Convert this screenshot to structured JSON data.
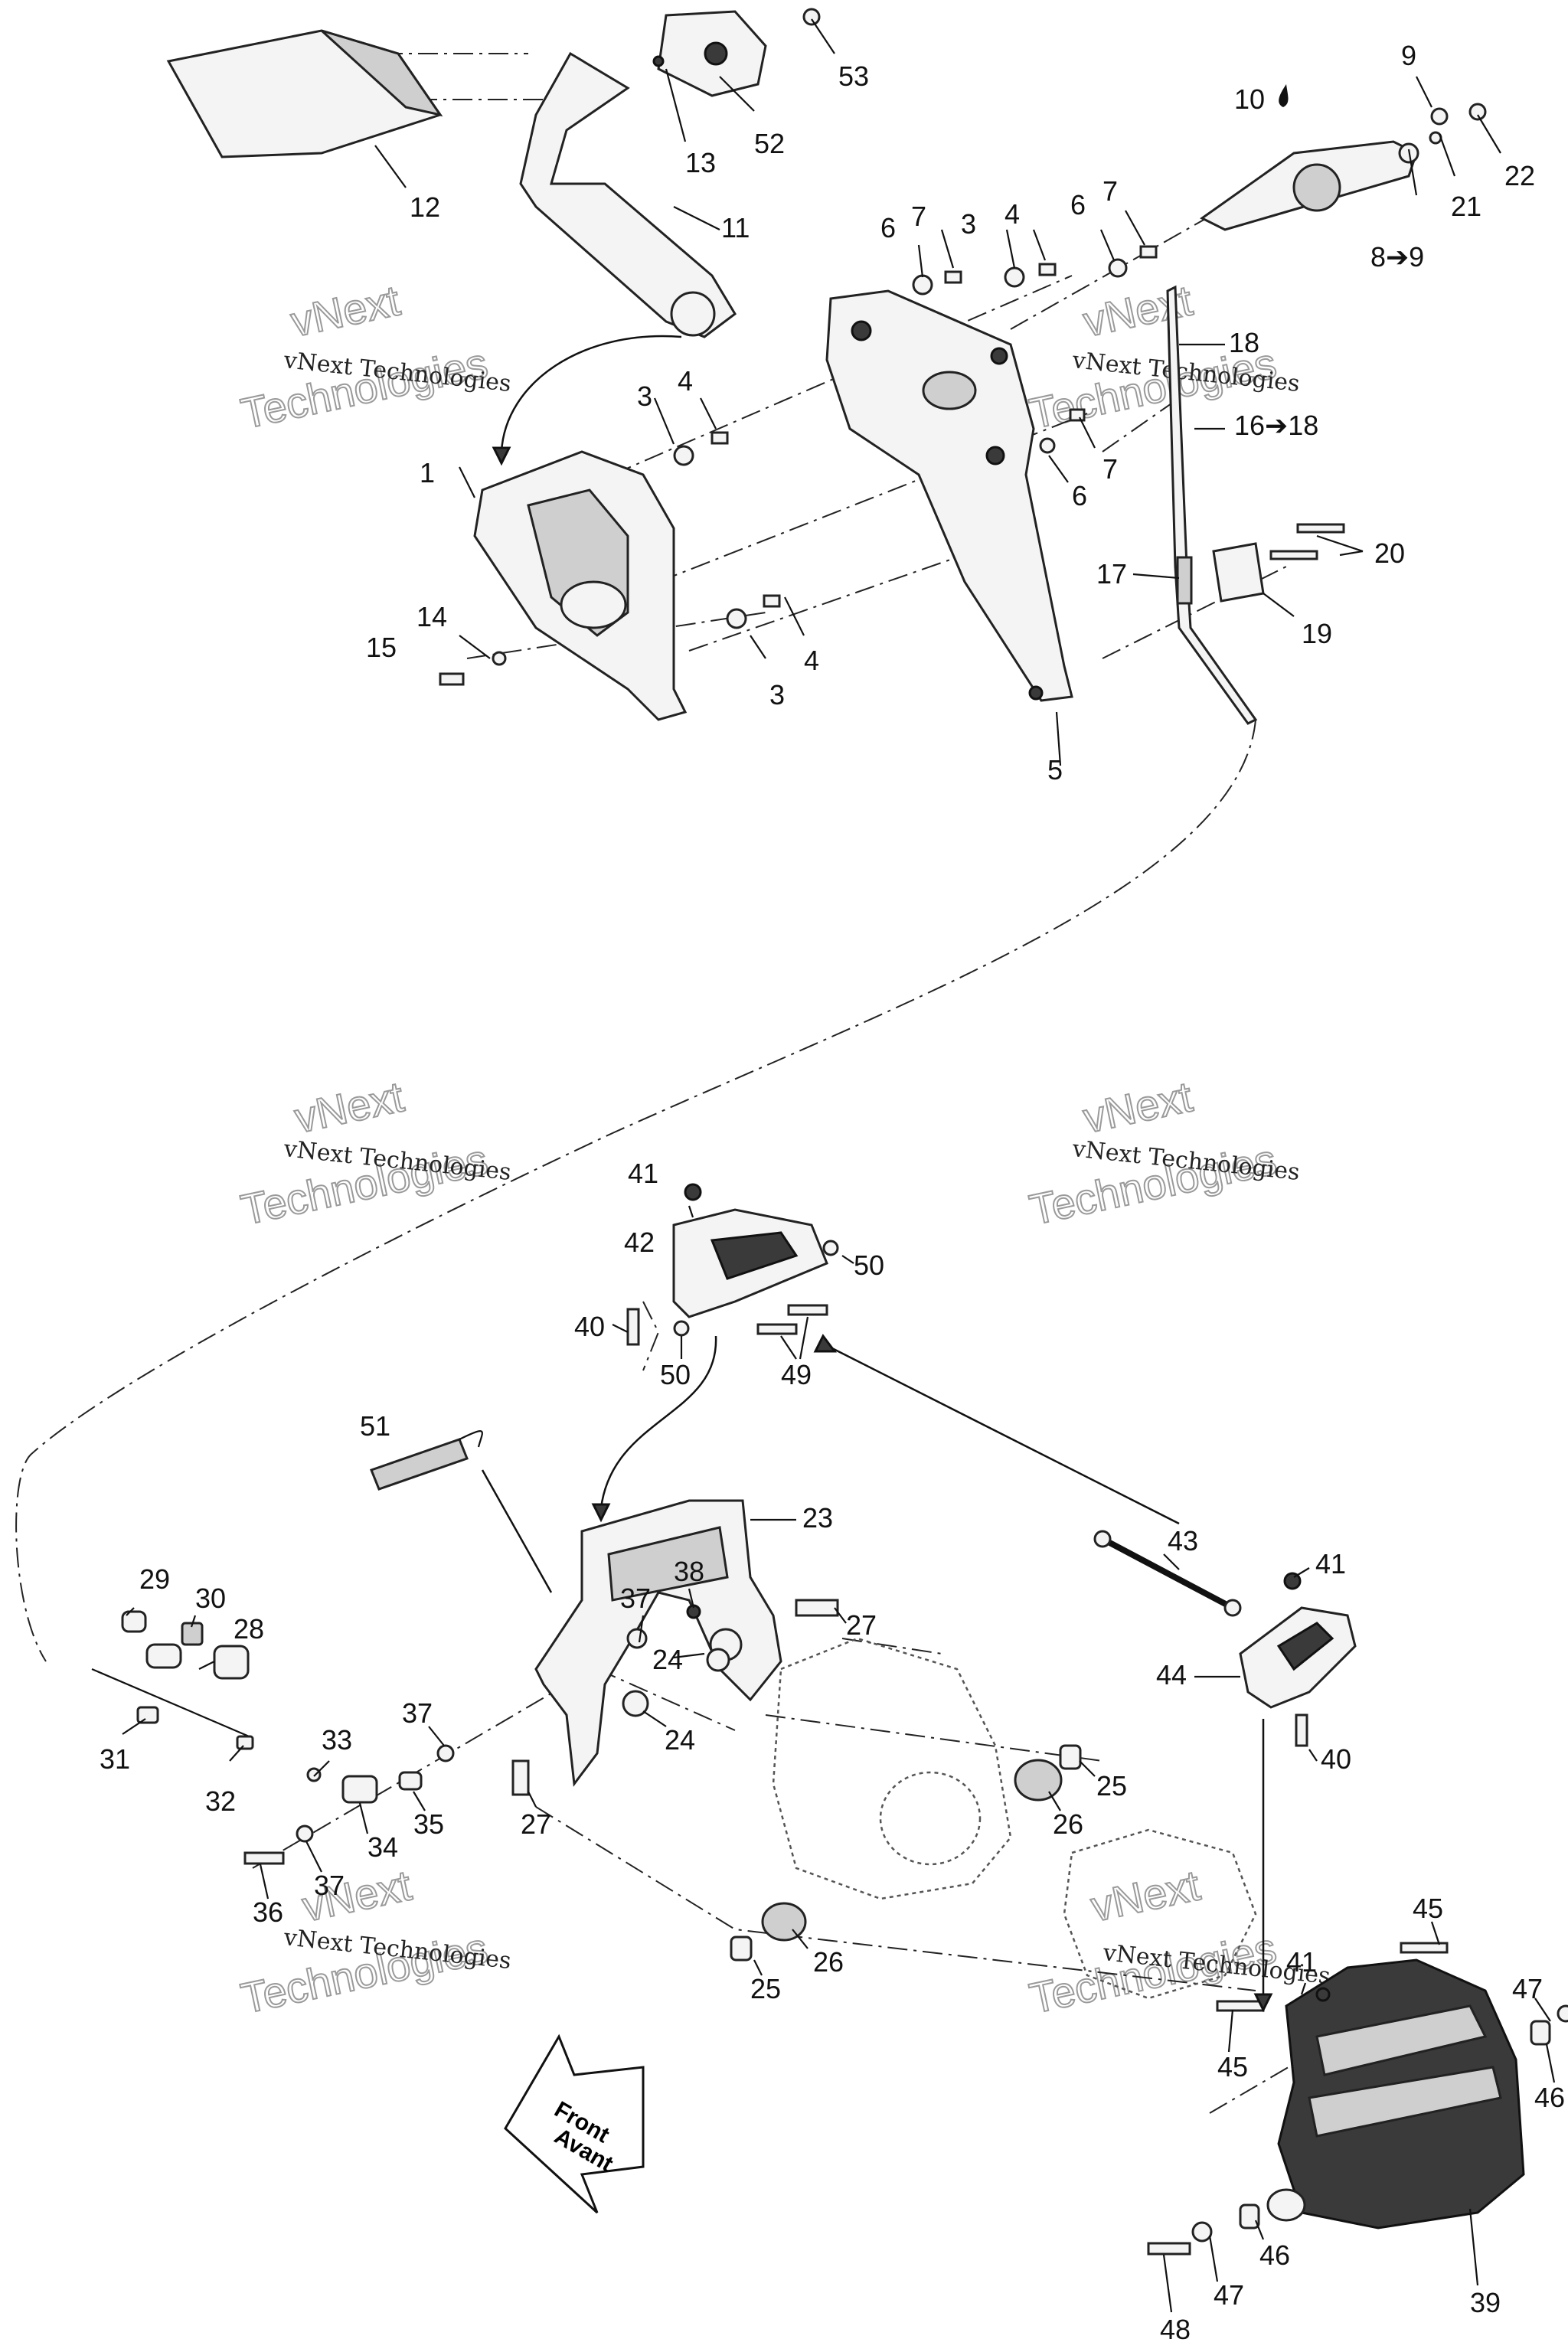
{
  "callouts": [
    {
      "id": "c53",
      "text": "53"
    },
    {
      "id": "c52",
      "text": "52"
    },
    {
      "id": "c13",
      "text": "13"
    },
    {
      "id": "c12",
      "text": "12"
    },
    {
      "id": "c11",
      "text": "11"
    },
    {
      "id": "c1",
      "text": "1"
    },
    {
      "id": "c3a",
      "text": "3"
    },
    {
      "id": "c4a",
      "text": "4"
    },
    {
      "id": "c3b",
      "text": "3"
    },
    {
      "id": "c4b",
      "text": "4"
    },
    {
      "id": "c14",
      "text": "14"
    },
    {
      "id": "c15",
      "text": "15"
    },
    {
      "id": "c6a",
      "text": "6"
    },
    {
      "id": "c7a",
      "text": "7"
    },
    {
      "id": "c3c",
      "text": "3"
    },
    {
      "id": "c4c",
      "text": "4"
    },
    {
      "id": "c6b",
      "text": "6"
    },
    {
      "id": "c7b",
      "text": "7"
    },
    {
      "id": "c6c",
      "text": "6"
    },
    {
      "id": "c7c",
      "text": "7"
    },
    {
      "id": "c5",
      "text": "5"
    },
    {
      "id": "c9",
      "text": "9"
    },
    {
      "id": "c10",
      "text": "10"
    },
    {
      "id": "c22",
      "text": "22"
    },
    {
      "id": "c21",
      "text": "21"
    },
    {
      "id": "c8to9",
      "text": "8➔9"
    },
    {
      "id": "c18",
      "text": "18"
    },
    {
      "id": "c16to18",
      "text": "16➔18"
    },
    {
      "id": "c20",
      "text": "20"
    },
    {
      "id": "c17",
      "text": "17"
    },
    {
      "id": "c19",
      "text": "19"
    },
    {
      "id": "c41a",
      "text": "41"
    },
    {
      "id": "c42",
      "text": "42"
    },
    {
      "id": "c50a",
      "text": "50"
    },
    {
      "id": "c40a",
      "text": "40"
    },
    {
      "id": "c50b",
      "text": "50"
    },
    {
      "id": "c49",
      "text": "49"
    },
    {
      "id": "c51",
      "text": "51"
    },
    {
      "id": "c23",
      "text": "23"
    },
    {
      "id": "c43",
      "text": "43"
    },
    {
      "id": "c41b",
      "text": "41"
    },
    {
      "id": "c44",
      "text": "44"
    },
    {
      "id": "c40b",
      "text": "40"
    },
    {
      "id": "c29",
      "text": "29"
    },
    {
      "id": "c30",
      "text": "30"
    },
    {
      "id": "c28",
      "text": "28"
    },
    {
      "id": "c31",
      "text": "31"
    },
    {
      "id": "c32",
      "text": "32"
    },
    {
      "id": "c33",
      "text": "33"
    },
    {
      "id": "c34",
      "text": "34"
    },
    {
      "id": "c35",
      "text": "35"
    },
    {
      "id": "c37a",
      "text": "37"
    },
    {
      "id": "c37b",
      "text": "37"
    },
    {
      "id": "c36",
      "text": "36"
    },
    {
      "id": "c37c",
      "text": "37"
    },
    {
      "id": "c38",
      "text": "38"
    },
    {
      "id": "c24a",
      "text": "24"
    },
    {
      "id": "c24b",
      "text": "24"
    },
    {
      "id": "c27a",
      "text": "27"
    },
    {
      "id": "c27b",
      "text": "27"
    },
    {
      "id": "c25a",
      "text": "25"
    },
    {
      "id": "c26a",
      "text": "26"
    },
    {
      "id": "c25b",
      "text": "25"
    },
    {
      "id": "c26b",
      "text": "26"
    },
    {
      "id": "c45a",
      "text": "45"
    },
    {
      "id": "c41c",
      "text": "41"
    },
    {
      "id": "c45b",
      "text": "45"
    },
    {
      "id": "c47a",
      "text": "47"
    },
    {
      "id": "c46a",
      "text": "46"
    },
    {
      "id": "c39",
      "text": "39"
    },
    {
      "id": "c46b",
      "text": "46"
    },
    {
      "id": "c47b",
      "text": "47"
    },
    {
      "id": "c48",
      "text": "48"
    }
  ],
  "watermark": {
    "line1": "vNext Technologies",
    "line2": "vNext",
    "line3": "Technologies"
  },
  "front_arrow": {
    "line1": "Front",
    "line2": "Avant"
  }
}
